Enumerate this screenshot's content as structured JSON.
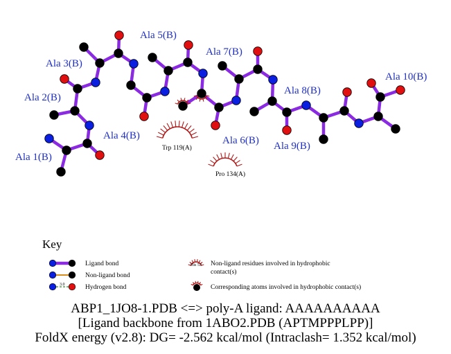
{
  "residues": [
    "Ala 1(B)",
    "Ala 2(B)",
    "Ala 3(B)",
    "Ala 4(B)",
    "Ala 5(B)",
    "Ala 6(B)",
    "Ala 7(B)",
    "Ala 8(B)",
    "Ala 9(B)",
    "Ala 10(B)"
  ],
  "contacts": [
    "Trp 119(A)",
    "Pro 134(A)"
  ],
  "key": {
    "title": "Key",
    "ligand_bond": "Ligand bond",
    "nonligand_bond": "Non-ligand bond",
    "hydrogen_bond": "Hydrogen bond",
    "hbond_distance": "3.0",
    "hydrophobic_residues_line1": "Non-ligand residues involved in hydrophobic",
    "hydrophobic_residues_line2": "contact(s)",
    "hydrophobic_example": "His 53",
    "hydrophobic_atoms": "Corresponding atoms involved in hydrophobic contact(s)"
  },
  "caption": {
    "line1": "ABP1_1JO8-1.PDB <=> poly-A ligand: AAAAAAAAAA",
    "line2": "[Ligand backbone from 1ABO2.PDB (APTMPPPLPP)]",
    "line3": "FoldX energy (v2.8): DG= -2.562 kcal/mol (Intraclash= 1.352 kcal/mol)"
  },
  "colors": {
    "ligand_bond": "#8a2be2",
    "nonligand_bond": "#d98c1a",
    "hydrogen_bond": "#2e8b2e",
    "carbon": "#000000",
    "nitrogen": "#0a1fe0",
    "oxygen": "#e01010",
    "contact": "#b01818",
    "residue_label": "#1f2fc4"
  }
}
